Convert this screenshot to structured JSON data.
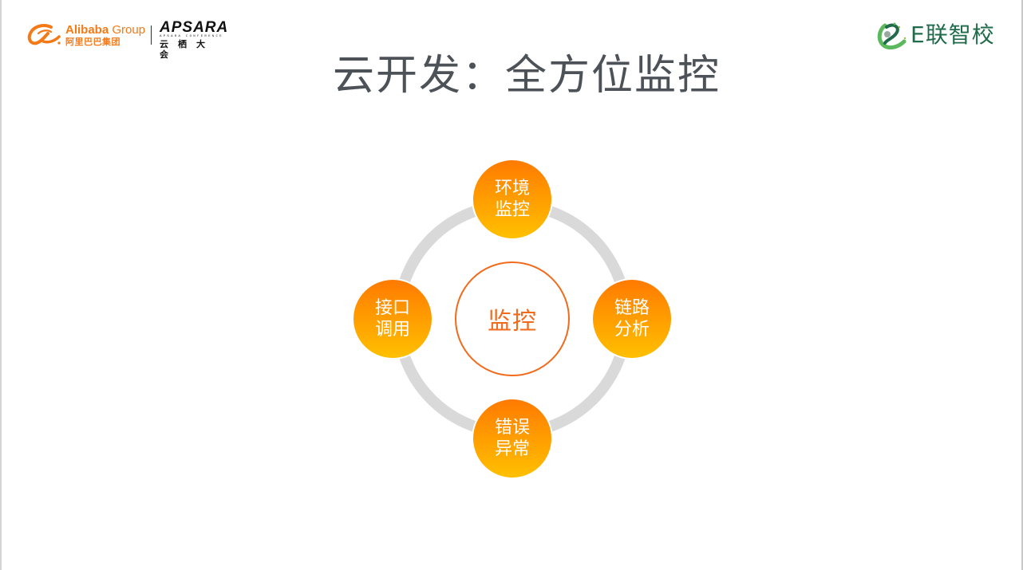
{
  "header": {
    "alibaba_logo": {
      "en_bold": "Alibaba",
      "en_light": " Group",
      "cn": "阿里巴巴集团",
      "brand_color": "#f47a17"
    },
    "apsara_logo": {
      "main": "APSARA",
      "sub": "APSARA CONFERENCE",
      "cn": "云栖大会"
    },
    "school_logo": {
      "text": "E联智校",
      "brand_color": "#1f6b4a"
    }
  },
  "title": "云开发：全方位监控",
  "diagram": {
    "center": {
      "label": "监控",
      "color": "#f26a1b"
    },
    "ring_color": "#d9d9d9",
    "nodes": [
      {
        "position": "top",
        "label": "环境监控"
      },
      {
        "position": "right",
        "label": "链路分析"
      },
      {
        "position": "bottom",
        "label": "错误异常"
      },
      {
        "position": "left",
        "label": "接口调用"
      }
    ],
    "node_gradient": [
      "#ff7a00",
      "#ffc000"
    ]
  }
}
